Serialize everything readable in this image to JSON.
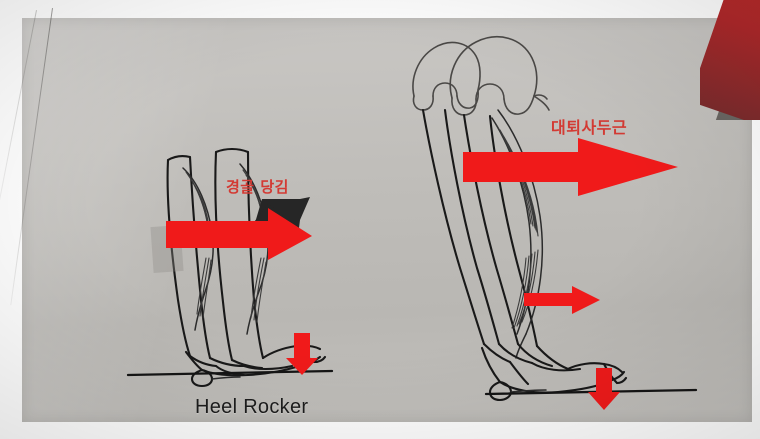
{
  "figure": {
    "kind": "photograph-of-printed-anatomy-diagram",
    "caption": "Heel Rocker",
    "surface": "gray printed paper page",
    "corner_accent_color": "#b0282a",
    "paper_color": "#bfbdb9",
    "ink_color": "#1d1d1d"
  },
  "labels": {
    "tibia_pull": "경골 당김",
    "quadriceps": "대퇴사두근",
    "label_color": "#d33a33"
  },
  "panels": [
    {
      "id": "left-panel",
      "name": "heel-rocker-tibia-panel",
      "caption": "Heel Rocker",
      "description": "Lower-leg line drawing: tibia and fibula with anterior tibialis muscle, foot at heel contact on ground line",
      "arrows": [
        {
          "name": "tibia-forward-arrow",
          "color": "#f01a1a",
          "direction": "right",
          "size": "large"
        },
        {
          "name": "hamstring-pull-arrow",
          "color": "#2a2a2a",
          "direction": "down-left",
          "size": "small"
        },
        {
          "name": "heel-load-arrow",
          "color": "#ee1b1b",
          "direction": "down",
          "size": "small"
        }
      ]
    },
    {
      "id": "right-panel",
      "name": "quadriceps-panel",
      "caption": "",
      "description": "Full lower-limb line drawing: pelvis, femur, quadriceps muscle, tibia, foot at heel contact on ground line",
      "arrows": [
        {
          "name": "quadriceps-force-arrow",
          "color": "#f01a1a",
          "direction": "right",
          "size": "large"
        },
        {
          "name": "tibia-forward-arrow-small",
          "color": "#ee1b1b",
          "direction": "right",
          "size": "medium"
        },
        {
          "name": "heel-load-arrow",
          "color": "#ee1b1b",
          "direction": "down",
          "size": "small"
        }
      ]
    }
  ],
  "colors": {
    "red_arrow": "#f01a1a",
    "dark_arrow": "#2a2a2a",
    "ground_line": "#1a1a1a",
    "korean_text": "#d33a33"
  }
}
